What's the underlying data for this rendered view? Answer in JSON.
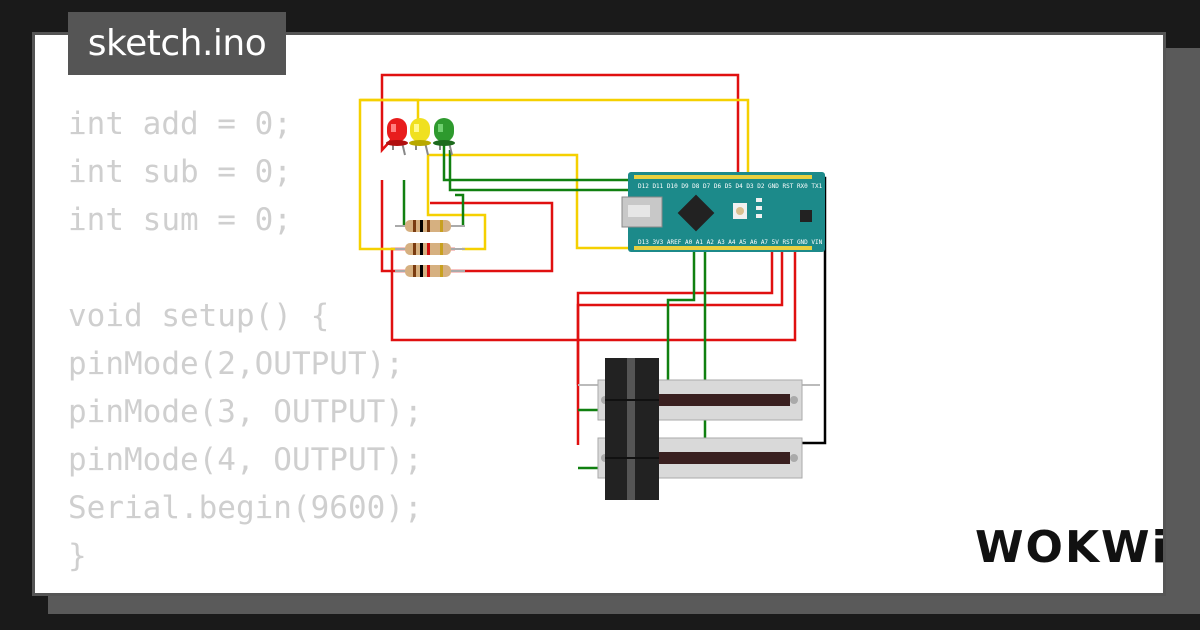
{
  "header": {
    "filename": "sketch.ino"
  },
  "code_lines": [
    "int add = 0;",
    "int sub = 0;",
    "int sum = 0;",
    "",
    "void setup() {",
    "pinMode(2,OUTPUT);",
    "pinMode(3, OUTPUT);",
    "pinMode(4, OUTPUT);",
    "Serial.begin(9600);",
    "}"
  ],
  "brand": {
    "logo": "WOKWi"
  },
  "colors": {
    "wire_red": "#e01010",
    "wire_yellow": "#f5d000",
    "wire_green": "#108010",
    "wire_black": "#000000",
    "board": "#1c8a8a",
    "code_text": "#cfcfcf",
    "tab_bg": "#555555"
  },
  "components": {
    "leds": [
      "red-led",
      "yellow-led",
      "green-led"
    ],
    "resistors": 3,
    "board": "arduino-nano",
    "potentiometers": [
      "slide-potentiometer-1",
      "slide-potentiometer-2"
    ]
  }
}
